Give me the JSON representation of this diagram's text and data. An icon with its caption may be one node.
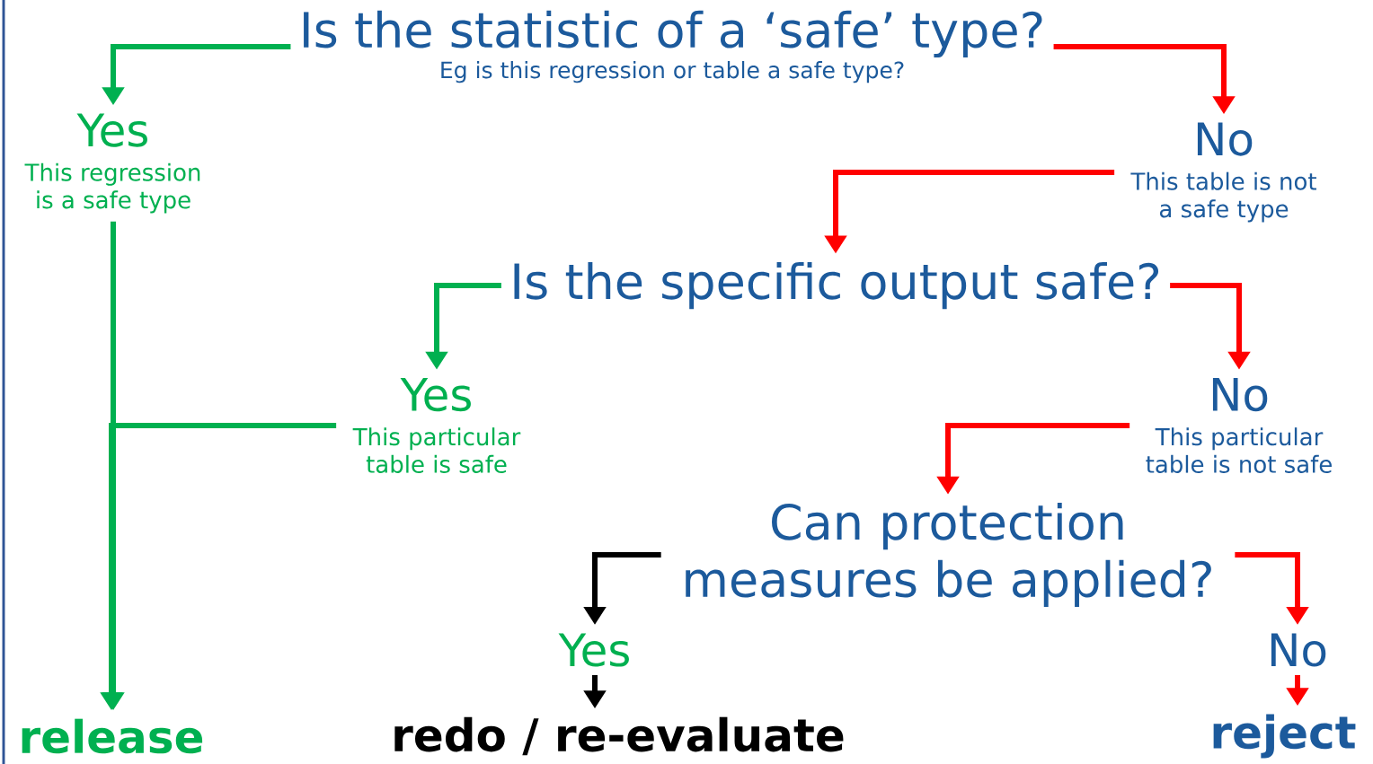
{
  "diagram": {
    "nodes": [
      {
        "text": [
          "Is the statistic of a ‘safe’ type?",
          "Eg is this regression or table a safe type?"
        ]
      },
      {
        "text": [
          "Yes",
          "This regression is a safe type"
        ]
      },
      {
        "text": [
          "No",
          "This table is not a safe type"
        ]
      },
      {
        "text": [
          "Is the specific output safe?"
        ]
      },
      {
        "text": [
          "Yes",
          "This particular table is safe"
        ]
      },
      {
        "text": [
          "No",
          "This particular table is not safe"
        ]
      },
      {
        "text": [
          "Can protection measures be applied?"
        ]
      },
      {
        "text": [
          "Yes"
        ]
      },
      {
        "text": [
          "No"
        ]
      },
      {
        "text": [
          "release"
        ]
      },
      {
        "text": [
          "redo / re-evaluate"
        ]
      },
      {
        "text": [
          "reject"
        ]
      }
    ],
    "edges": [
      {
        "from": 0,
        "to": 1,
        "arrow": "to",
        "color": "#00b050"
      },
      {
        "from": 0,
        "to": 2,
        "arrow": "to",
        "color": "#ff0000"
      },
      {
        "from": 2,
        "to": 3,
        "arrow": "to",
        "color": "#ff0000"
      },
      {
        "from": 3,
        "to": 4,
        "arrow": "to",
        "color": "#00b050"
      },
      {
        "from": 3,
        "to": 5,
        "arrow": "to",
        "color": "#ff0000"
      },
      {
        "from": 5,
        "to": 6,
        "arrow": "to",
        "color": "#ff0000"
      },
      {
        "from": 6,
        "to": 7,
        "arrow": "to",
        "color": "#000000"
      },
      {
        "from": 6,
        "to": 8,
        "arrow": "to",
        "color": "#ff0000"
      },
      {
        "from": 7,
        "to": 10,
        "arrow": "to",
        "color": "#000000"
      },
      {
        "from": 8,
        "to": 11,
        "arrow": "to",
        "color": "#ff0000"
      },
      {
        "from": 1,
        "to": 9,
        "arrow": "to",
        "color": "#00b050"
      },
      {
        "from": 4,
        "to": 9,
        "arrow": "to",
        "color": "#00b050"
      }
    ]
  }
}
